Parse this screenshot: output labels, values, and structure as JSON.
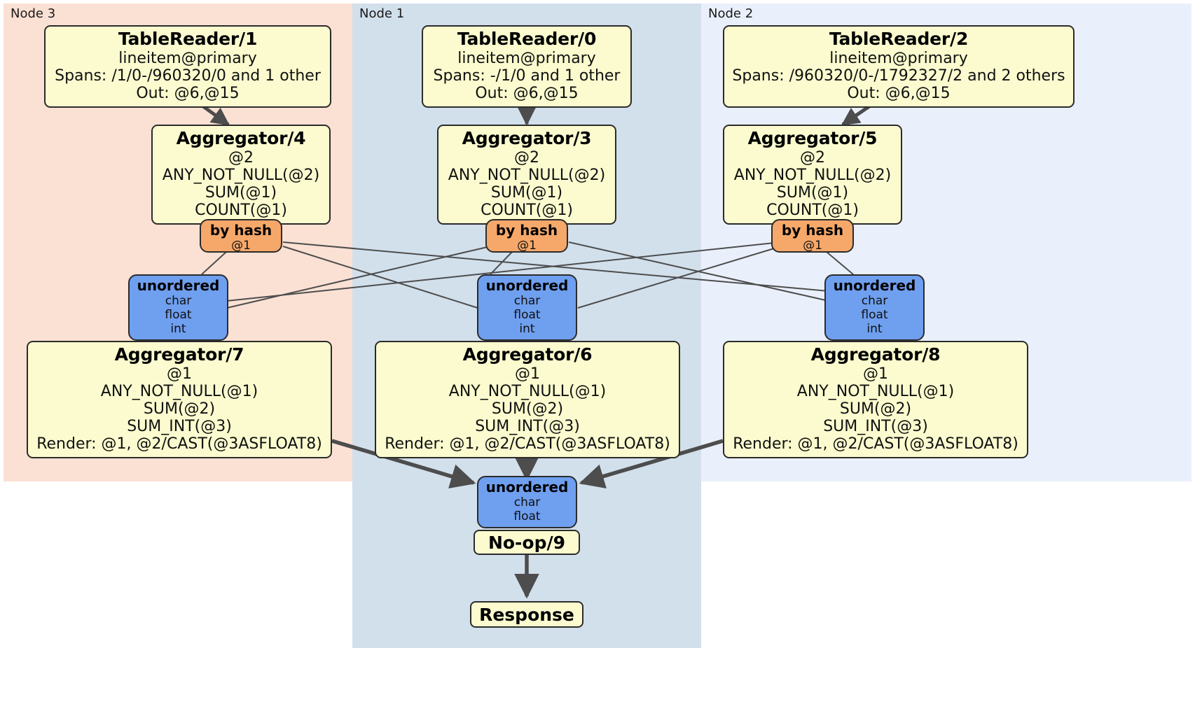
{
  "diagram": {
    "type": "distributed-query-plan",
    "colors": {
      "node3_panel": "#fbe1d4",
      "node1_panel": "#d2e0ec",
      "node2_panel": "#eaf0fb",
      "processor_fill": "#fbfbcf",
      "hash_router_fill": "#f6a86a",
      "unordered_router_fill": "#6f9fef",
      "stroke": "#2b2b2b",
      "edge": "#4d4d4d"
    },
    "panels": [
      {
        "id": "node3",
        "label": "Node 3"
      },
      {
        "id": "node1",
        "label": "Node 1"
      },
      {
        "id": "node2",
        "label": "Node 2"
      }
    ],
    "processors": {
      "table_reader_1": {
        "title": "TableReader/1",
        "lines": [
          "lineitem@primary",
          "Spans: /1/0-/960320/0 and 1 other",
          "Out: @6,@15"
        ]
      },
      "table_reader_0": {
        "title": "TableReader/0",
        "lines": [
          "lineitem@primary",
          "Spans: -/1/0 and 1 other",
          "Out: @6,@15"
        ]
      },
      "table_reader_2": {
        "title": "TableReader/2",
        "lines": [
          "lineitem@primary",
          "Spans: /960320/0-/1792327/2 and 2 others",
          "Out: @6,@15"
        ]
      },
      "aggregator_4": {
        "title": "Aggregator/4",
        "lines": [
          "@2",
          "ANY_NOT_NULL(@2)",
          "SUM(@1)",
          "COUNT(@1)"
        ]
      },
      "aggregator_3": {
        "title": "Aggregator/3",
        "lines": [
          "@2",
          "ANY_NOT_NULL(@2)",
          "SUM(@1)",
          "COUNT(@1)"
        ]
      },
      "aggregator_5": {
        "title": "Aggregator/5",
        "lines": [
          "@2",
          "ANY_NOT_NULL(@2)",
          "SUM(@1)",
          "COUNT(@1)"
        ]
      },
      "aggregator_7": {
        "title": "Aggregator/7",
        "lines": [
          "@1",
          "ANY_NOT_NULL(@1)",
          "SUM(@2)",
          "SUM_INT(@3)",
          "Render: @1, @2/CAST(@3ASFLOAT8)"
        ]
      },
      "aggregator_6": {
        "title": "Aggregator/6",
        "lines": [
          "@1",
          "ANY_NOT_NULL(@1)",
          "SUM(@2)",
          "SUM_INT(@3)",
          "Render: @1, @2/CAST(@3ASFLOAT8)"
        ]
      },
      "aggregator_8": {
        "title": "Aggregator/8",
        "lines": [
          "@1",
          "ANY_NOT_NULL(@1)",
          "SUM(@2)",
          "SUM_INT(@3)",
          "Render: @1, @2/CAST(@3ASFLOAT8)"
        ]
      },
      "noop_9": {
        "title": "No-op/9"
      },
      "response": {
        "title": "Response"
      }
    },
    "routers": {
      "hash_left": {
        "title": "by hash",
        "lines": [
          "@1"
        ]
      },
      "hash_mid": {
        "title": "by hash",
        "lines": [
          "@1"
        ]
      },
      "hash_right": {
        "title": "by hash",
        "lines": [
          "@1"
        ]
      },
      "unordered_left": {
        "title": "unordered",
        "lines": [
          "char",
          "float",
          "int"
        ]
      },
      "unordered_mid": {
        "title": "unordered",
        "lines": [
          "char",
          "float",
          "int"
        ]
      },
      "unordered_right": {
        "title": "unordered",
        "lines": [
          "char",
          "float",
          "int"
        ]
      },
      "unordered_final": {
        "title": "unordered",
        "lines": [
          "char",
          "float"
        ]
      }
    }
  }
}
